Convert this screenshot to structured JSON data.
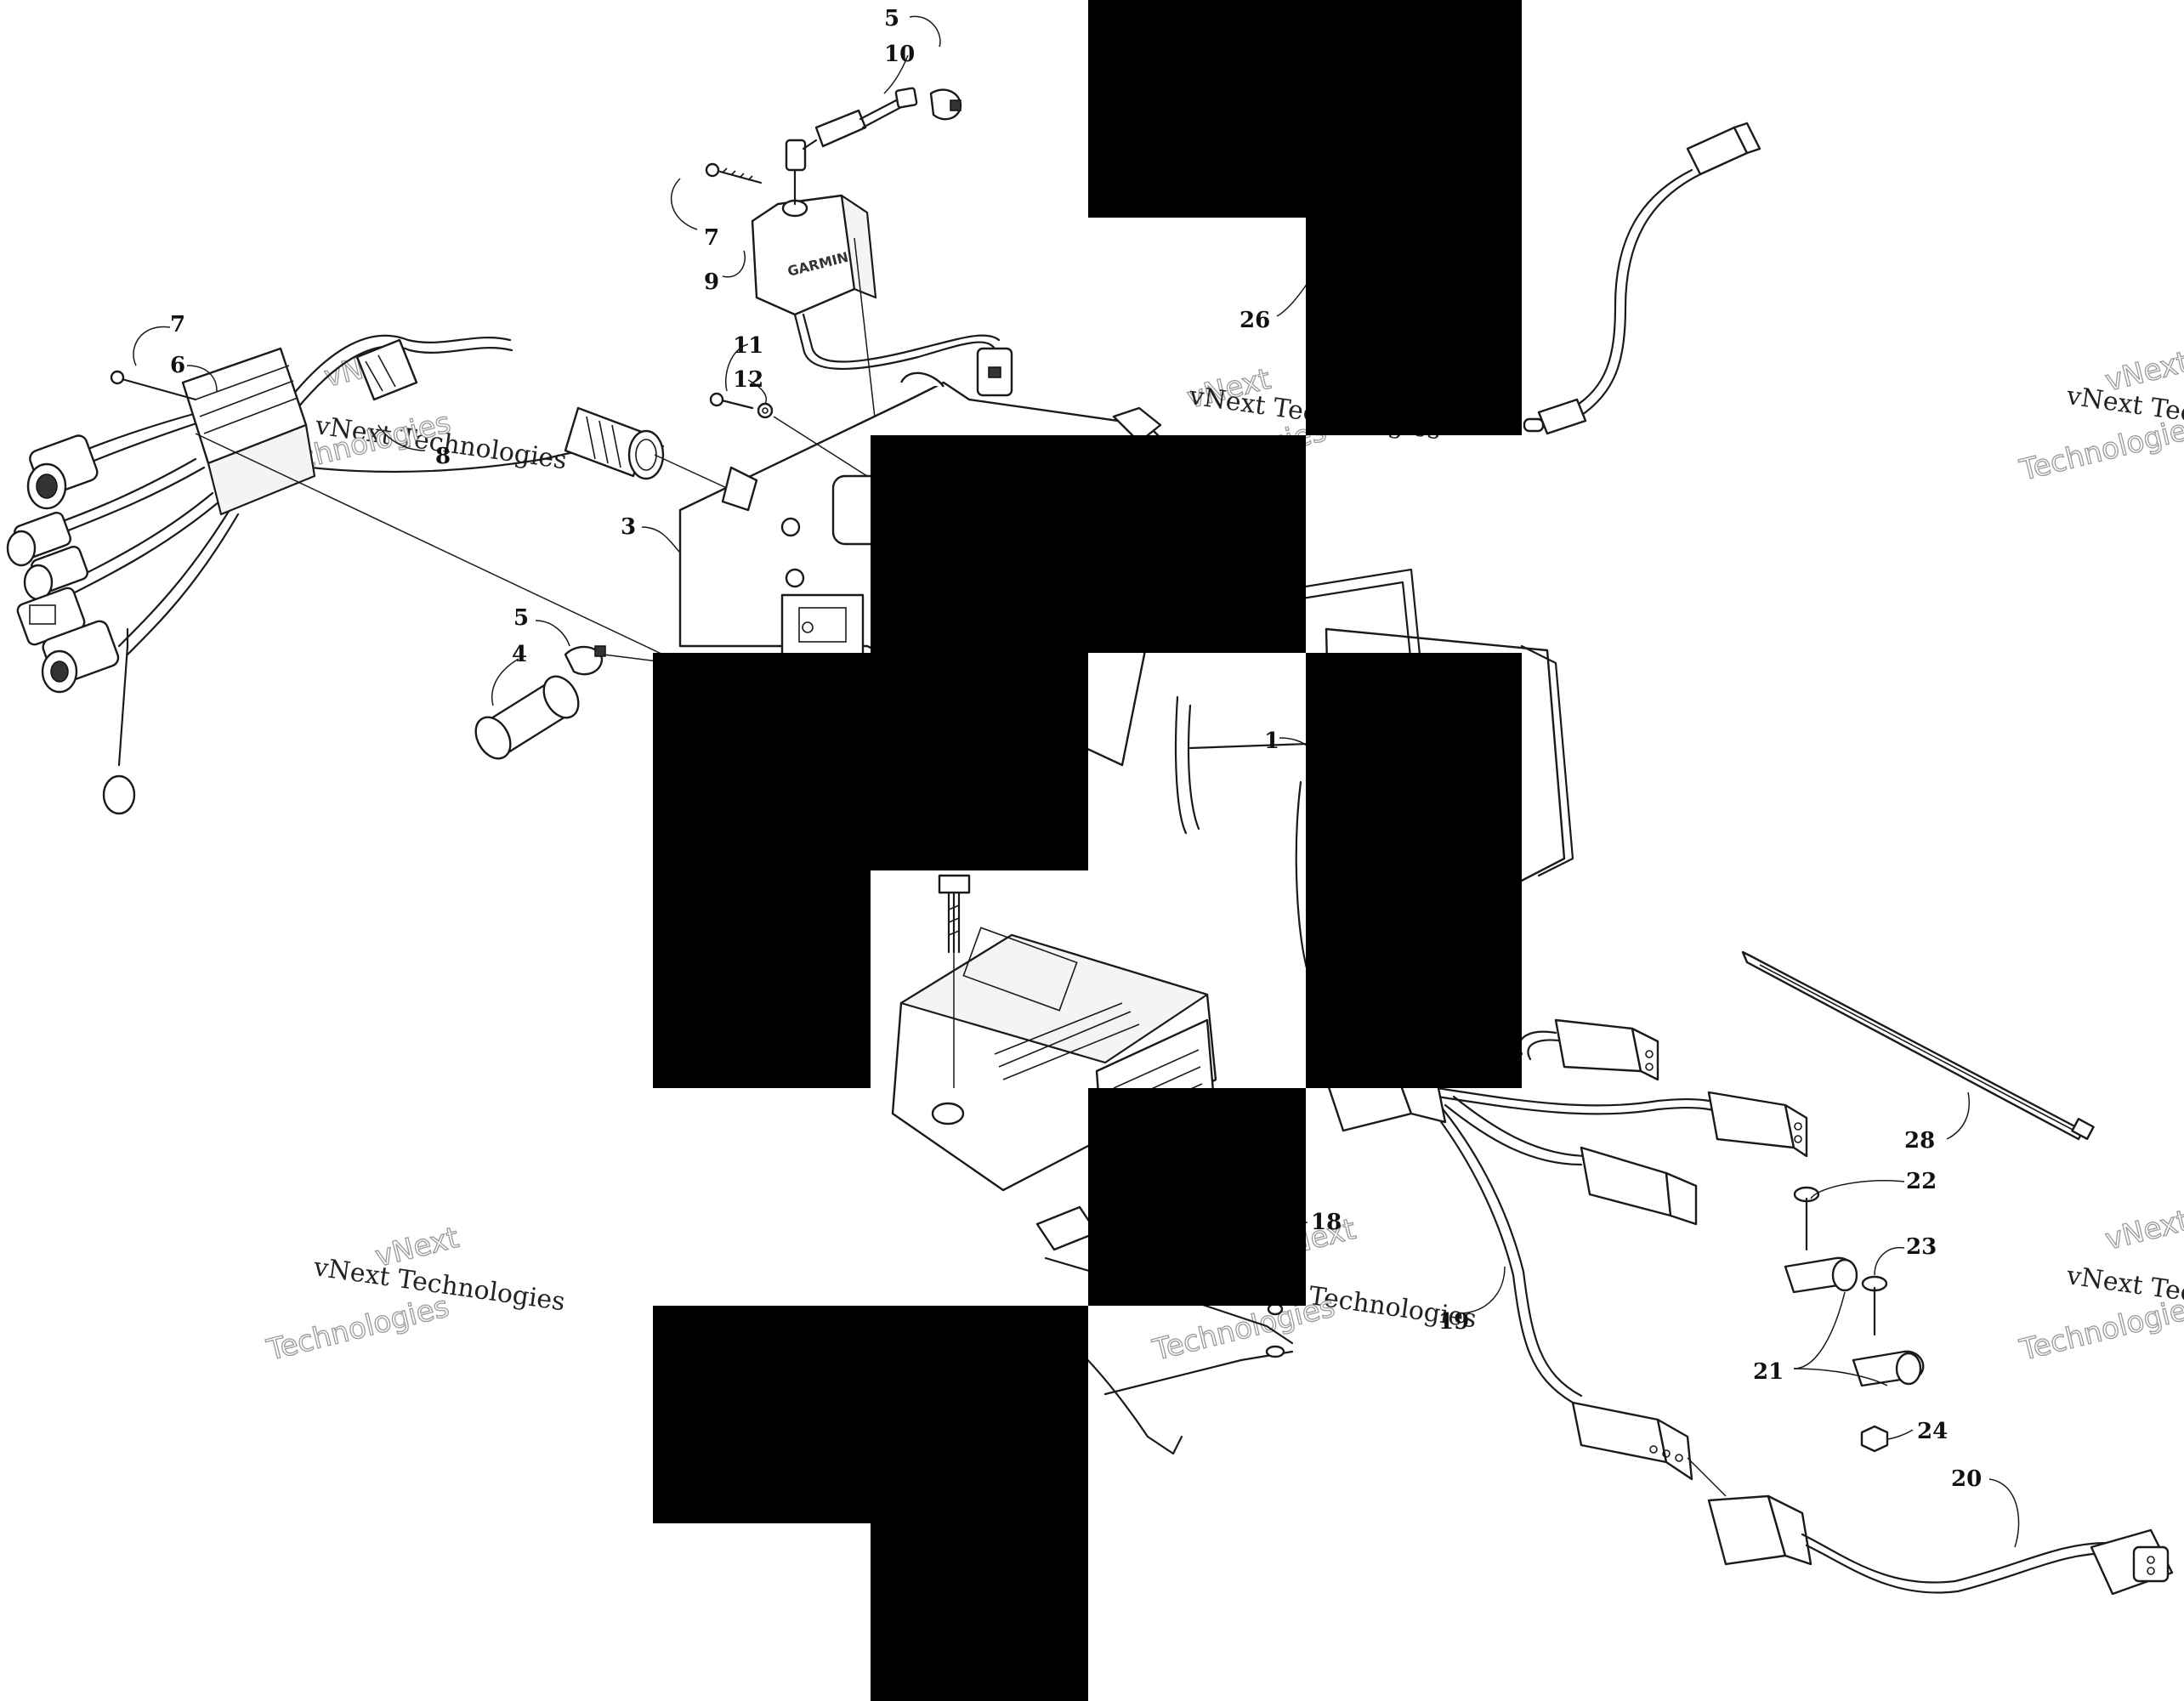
{
  "diagram": {
    "callouts": [
      {
        "id": "c5a",
        "label": "5"
      },
      {
        "id": "c10",
        "label": "10"
      },
      {
        "id": "c7a",
        "label": "7"
      },
      {
        "id": "c9",
        "label": "9"
      },
      {
        "id": "c26",
        "label": "26"
      },
      {
        "id": "c7b",
        "label": "7"
      },
      {
        "id": "c6",
        "label": "6"
      },
      {
        "id": "c8",
        "label": "8"
      },
      {
        "id": "c11",
        "label": "11"
      },
      {
        "id": "c12",
        "label": "12"
      },
      {
        "id": "c3",
        "label": "3"
      },
      {
        "id": "c5b",
        "label": "5"
      },
      {
        "id": "c4",
        "label": "4"
      },
      {
        "id": "c1",
        "label": "1"
      },
      {
        "id": "c28",
        "label": "28"
      },
      {
        "id": "c22",
        "label": "22"
      },
      {
        "id": "c23",
        "label": "23"
      },
      {
        "id": "c18",
        "label": "18"
      },
      {
        "id": "c19",
        "label": "19"
      },
      {
        "id": "c21",
        "label": "21"
      },
      {
        "id": "c24",
        "label": "24"
      },
      {
        "id": "c20",
        "label": "20"
      }
    ],
    "device_brand": "GARMIN",
    "watermark": {
      "logo_word": "vNext",
      "line1": "vNext Technologies",
      "line2": "Technologies"
    }
  }
}
